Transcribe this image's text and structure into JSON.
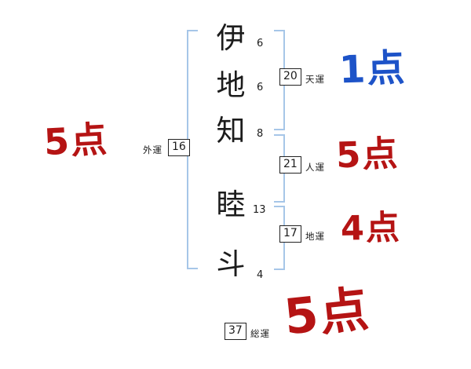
{
  "name_chars": [
    {
      "char": "伊",
      "strokes": "6"
    },
    {
      "char": "地",
      "strokes": "6"
    },
    {
      "char": "知",
      "strokes": "8"
    },
    {
      "char": "睦",
      "strokes": "13"
    },
    {
      "char": "斗",
      "strokes": "4"
    }
  ],
  "fortunes": {
    "tenun": {
      "value": "20",
      "label": "天運",
      "score": "1点"
    },
    "jinun": {
      "value": "21",
      "label": "人運",
      "score": "5点"
    },
    "chiun": {
      "value": "17",
      "label": "地運",
      "score": "4点"
    },
    "gaiun": {
      "value": "16",
      "label": "外運",
      "score": "5点"
    },
    "soun": {
      "value": "37",
      "label": "総運",
      "score": "5点"
    }
  },
  "colors": {
    "bracket_blue": "#a6c6e8",
    "score_red": "#b51414",
    "score_blue": "#1d53c8"
  },
  "chart_type": "name-fortune-diagram"
}
